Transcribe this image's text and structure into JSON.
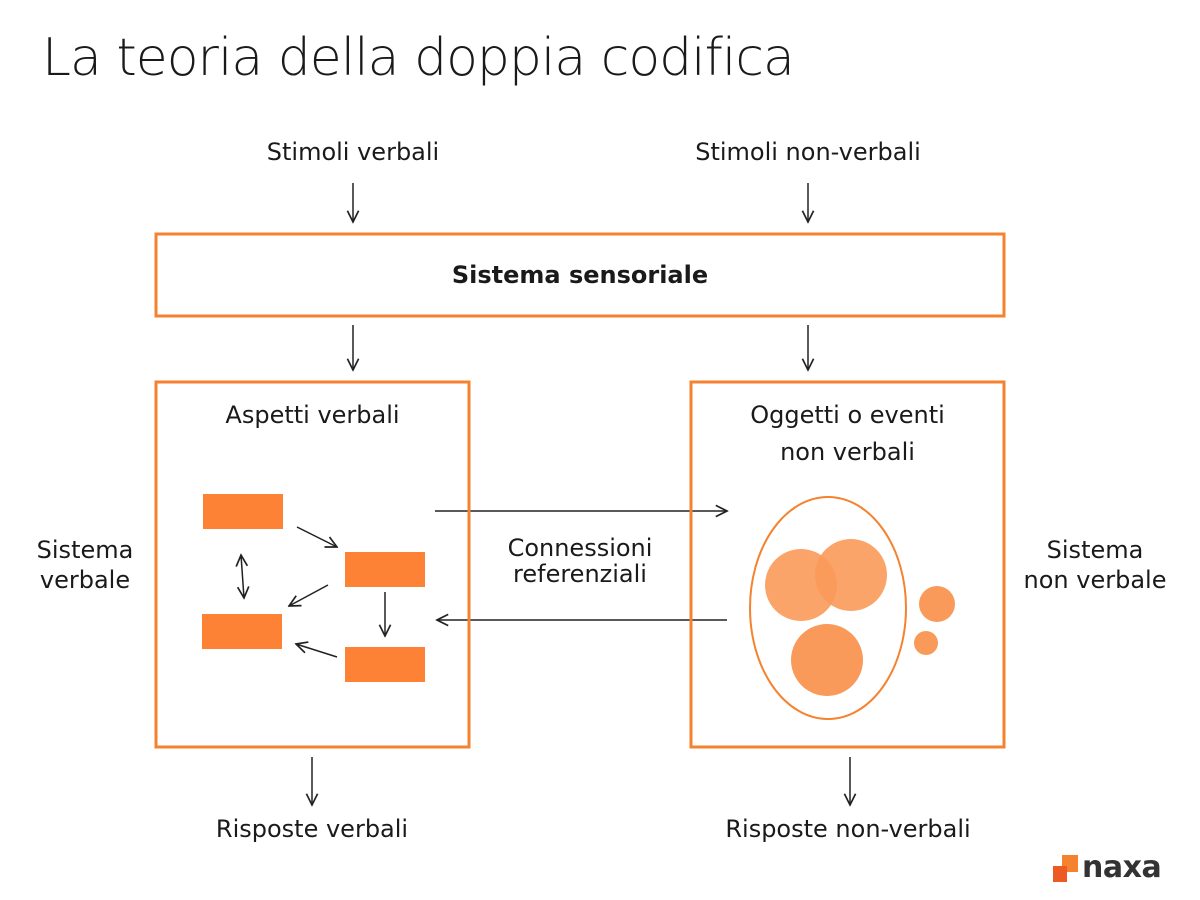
{
  "title": "La teoria della doppia codifica",
  "inputs": {
    "verbal": "Stimoli verbali",
    "nonverbal": "Stimoli non-verbali"
  },
  "sensory_system": "Sistema sensoriale",
  "verbal_box": {
    "title": "Aspetti verbali"
  },
  "nonverbal_box": {
    "title_line1": "Oggetti o eventi",
    "title_line2": "non verbali"
  },
  "side_labels": {
    "verbal_line1": "Sistema",
    "verbal_line2": "verbale",
    "nonverbal_line1": "Sistema",
    "nonverbal_line2": "non verbale"
  },
  "connections": {
    "line1": "Connessioni",
    "line2": "referenziali"
  },
  "outputs": {
    "verbal": "Risposte verbali",
    "nonverbal": "Risposte non-verbali"
  },
  "logo": "naxa",
  "colors": {
    "accent": "#f5822f",
    "rect_fill": "#fd8236",
    "circle_fill": "#f99a5a"
  }
}
